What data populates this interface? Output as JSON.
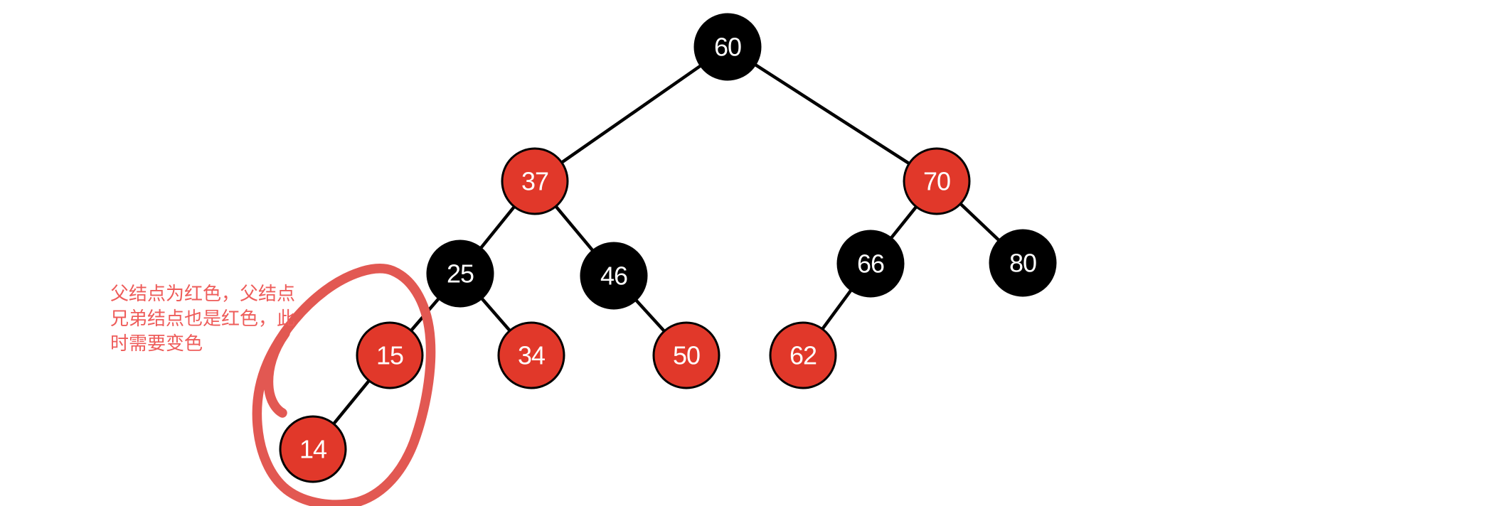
{
  "figure": {
    "type": "red-black-tree-diagram",
    "background": "#ffffff"
  },
  "palette": {
    "node_red": "#e1382a",
    "node_black": "#000000",
    "node_outline": "#000000",
    "node_text": "#ffffff",
    "edge_color": "#000000",
    "annotation_text_red": "#ee5c5a",
    "pen_red": "#e25852"
  },
  "tree": {
    "nodes": [
      {
        "value": "60",
        "color": "black"
      },
      {
        "value": "37",
        "color": "red"
      },
      {
        "value": "70",
        "color": "red"
      },
      {
        "value": "25",
        "color": "black"
      },
      {
        "value": "46",
        "color": "black"
      },
      {
        "value": "66",
        "color": "black"
      },
      {
        "value": "80",
        "color": "black"
      },
      {
        "value": "15",
        "color": "red"
      },
      {
        "value": "34",
        "color": "red"
      },
      {
        "value": "50",
        "color": "red"
      },
      {
        "value": "62",
        "color": "red"
      },
      {
        "value": "14",
        "color": "red"
      }
    ],
    "edges": [
      [
        "60",
        "37"
      ],
      [
        "60",
        "70"
      ],
      [
        "37",
        "25"
      ],
      [
        "37",
        "46"
      ],
      [
        "70",
        "66"
      ],
      [
        "70",
        "80"
      ],
      [
        "25",
        "15"
      ],
      [
        "25",
        "34"
      ],
      [
        "46",
        "50"
      ],
      [
        "66",
        "62"
      ],
      [
        "15",
        "14"
      ]
    ]
  },
  "annotation": {
    "lines": [
      "父结点为红色，父结点",
      "兄弟结点也是红色，此",
      "时需要变色"
    ],
    "highlight_target": "nodes 15 and 14 circled with hand-drawn red pen"
  }
}
